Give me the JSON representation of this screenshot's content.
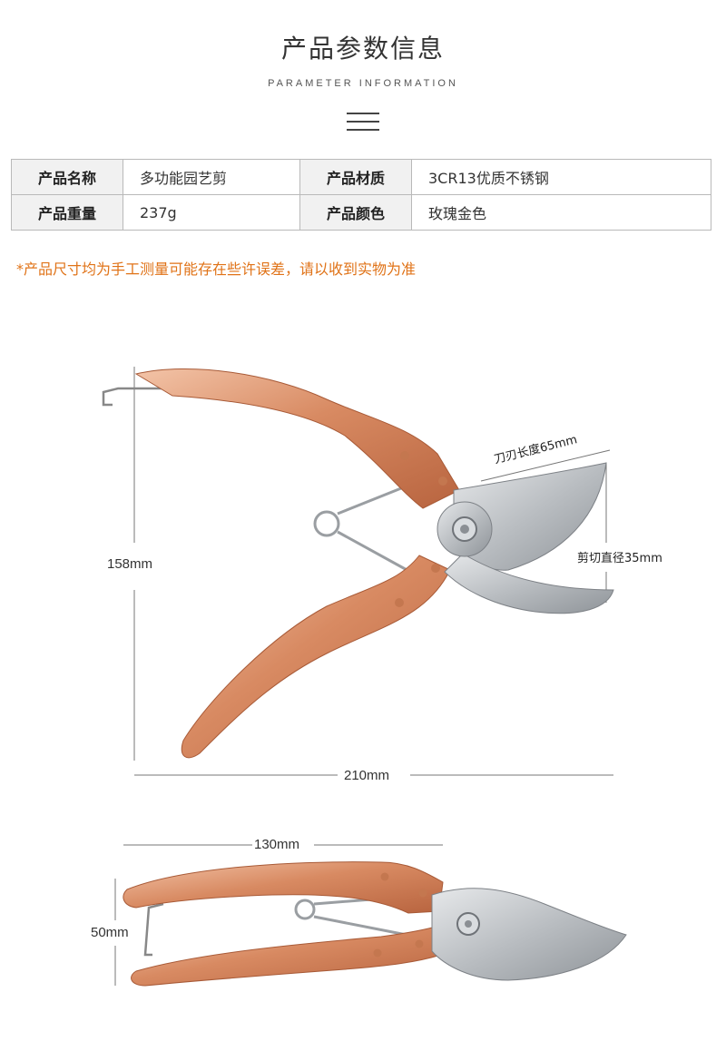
{
  "header": {
    "title": "产品参数信息",
    "subtitle": "PARAMETER INFORMATION"
  },
  "spec_table": {
    "rows": [
      {
        "key1": "产品名称",
        "val1": "多功能园艺剪",
        "key2": "产品材质",
        "val2": "3CR13优质不锈钢"
      },
      {
        "key1": "产品重量",
        "val1": "237g",
        "key2": "产品颜色",
        "val2": "玫瑰金色"
      }
    ]
  },
  "note": "*产品尺寸均为手工测量可能存在些许误差，请以收到实物为准",
  "diagram_open": {
    "height_label": "158mm",
    "width_label": "210mm",
    "blade_length_label": "刀刃长度65mm",
    "cut_diameter_label": "剪切直径35mm"
  },
  "diagram_closed": {
    "length_label": "130mm",
    "height_label": "50mm"
  },
  "colors": {
    "note": "#e07318",
    "rose_gold": "#d9926b",
    "blade": "#b8bcc0"
  }
}
